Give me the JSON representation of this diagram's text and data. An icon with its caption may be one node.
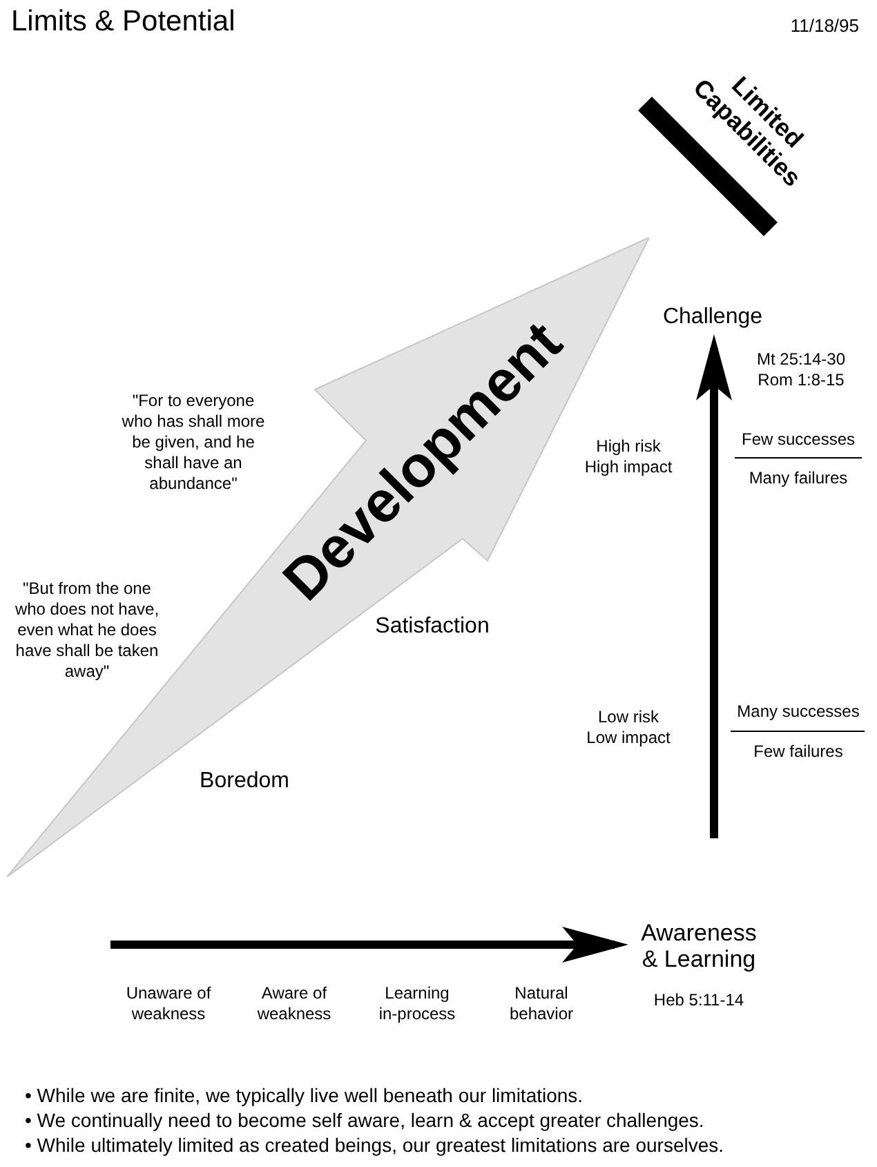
{
  "diagram": {
    "title": "Limits & Potential",
    "nodes": [
      {
        "text": [
          "Limited Capabilities"
        ]
      },
      {
        "text": [
          "Development"
        ]
      },
      {
        "text": [
          "Challenge"
        ]
      },
      {
        "text": [
          "Awareness & Learning"
        ],
        "beside": [
          "Heb 5:11-14"
        ]
      }
    ],
    "edges": [
      {
        "from": null,
        "to": 2,
        "arrow": "to"
      },
      {
        "from": null,
        "to": 3,
        "arrow": "to"
      }
    ],
    "labels": [
      "11/18/95",
      "Mt 25:14-30",
      "Rom 1:8-15",
      "\"For to everyone who has shall more be given, and he shall have an abundance\"",
      "High risk High impact",
      "Few successes",
      "Many failures",
      "\"But from the one who does not have, even what he does have shall be taken away\"",
      "Satisfaction",
      "Low risk Low impact",
      "Many successes",
      "Few failures",
      "Boredom",
      "Unaware of weakness",
      "Aware of weakness",
      "Learning in-process",
      "Natural behavior",
      "• While we are finite, we typically live well beneath our limitations.",
      "• We continually need to become self aware, learn & accept greater challenges.",
      "• While ultimately limited as created beings, our greatest limitations are ourselves."
    ]
  }
}
